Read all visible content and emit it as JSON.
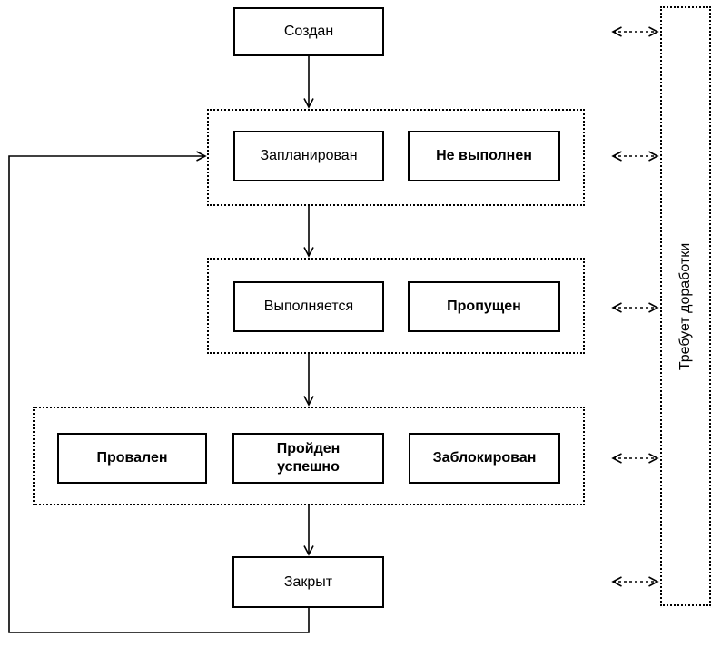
{
  "colors": {
    "line": "#000000",
    "background": "#ffffff",
    "box_fill": "#ffffff"
  },
  "nodes": {
    "created": {
      "label": "Создан",
      "bold": false
    },
    "planned": {
      "label": "Запланирован",
      "bold": false
    },
    "not_executed": {
      "label": "Не выполнен",
      "bold": true
    },
    "in_progress": {
      "label": "Выполняется",
      "bold": false
    },
    "skipped": {
      "label": "Пропущен",
      "bold": true
    },
    "failed": {
      "label": "Провален",
      "bold": true
    },
    "passed": {
      "label": "Пройден\nуспешно",
      "bold": true
    },
    "blocked": {
      "label": "Заблокирован",
      "bold": true
    },
    "closed": {
      "label": "Закрыт",
      "bold": false
    }
  },
  "sidebar": {
    "label": "Требует доработки"
  },
  "edges": {
    "solid": [
      {
        "from": "created",
        "to": "planned_row"
      },
      {
        "from": "planned_row",
        "to": "executing_row"
      },
      {
        "from": "executing_row",
        "to": "result_row"
      },
      {
        "from": "result_row",
        "to": "closed"
      },
      {
        "from": "closed",
        "to": "planned_row",
        "style": "feedback-loop"
      }
    ],
    "dashed_bidirectional": [
      {
        "between": "created",
        "and": "sidebar"
      },
      {
        "between": "planned_row",
        "and": "sidebar"
      },
      {
        "between": "executing_row",
        "and": "sidebar"
      },
      {
        "between": "result_row",
        "and": "sidebar"
      },
      {
        "between": "closed",
        "and": "sidebar"
      }
    ]
  }
}
